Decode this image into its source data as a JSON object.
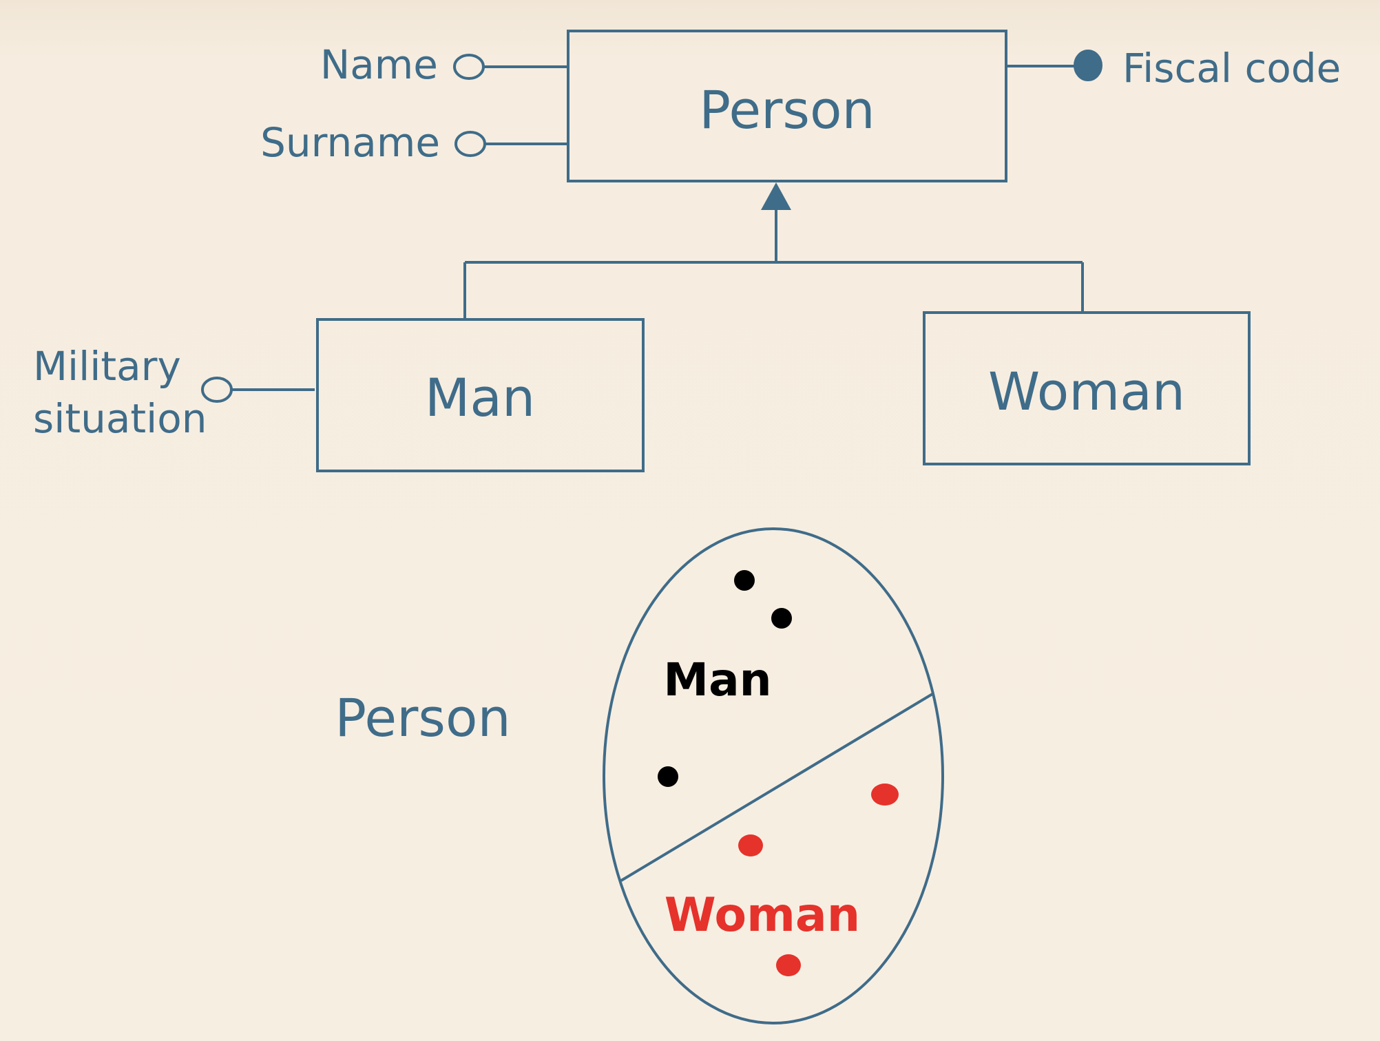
{
  "colors": {
    "diagram_blue": "#3f6c89",
    "woman_red": "#e5322b",
    "man_black": "#000000",
    "background": "#f6ede0"
  },
  "er_diagram": {
    "parent_entity": {
      "label": "Person",
      "attributes": [
        {
          "label": "Name",
          "kind": "optional-attribute-open-circle"
        },
        {
          "label": "Surname",
          "kind": "optional-attribute-open-circle"
        },
        {
          "label": "Fiscal code",
          "kind": "identifier-attribute-filled-circle"
        }
      ]
    },
    "child_entities": [
      {
        "label": "Man",
        "attributes": [
          {
            "label_line1": "Military",
            "label_line2": "situation",
            "kind": "optional-attribute-open-circle"
          }
        ]
      },
      {
        "label": "Woman",
        "attributes": []
      }
    ]
  },
  "set_diagram": {
    "set_label": "Person",
    "regions": [
      {
        "label": "Man",
        "color": "#000000",
        "element_count": 3
      },
      {
        "label": "Woman",
        "color": "#e5322b",
        "element_count": 3
      }
    ]
  }
}
